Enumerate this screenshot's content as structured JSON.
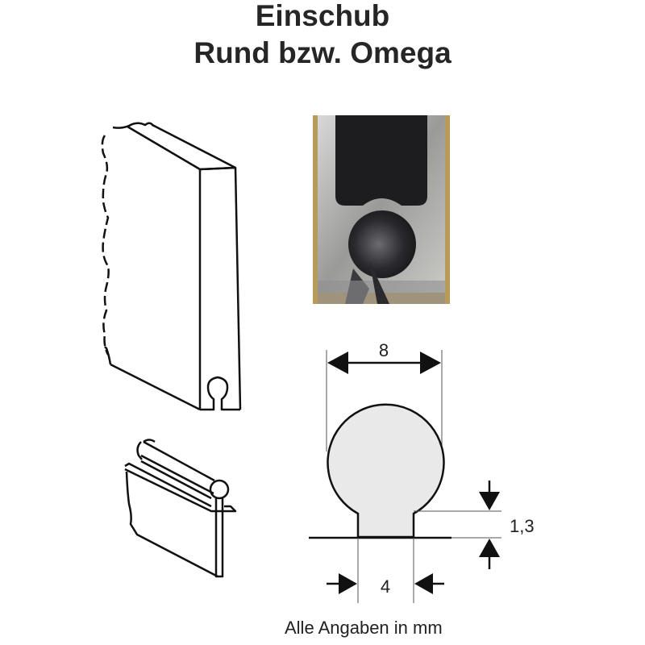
{
  "title": {
    "line1": "Einschub",
    "line2": "Rund bzw. Omega"
  },
  "photo": {
    "description": "Nahaufnahme Aluminiumprofil mit runder Nut (Querschnitt)"
  },
  "drawings": {
    "profile_rail": "Profilschiene mit runder Aufnahmenut (perspektivisch)",
    "insert_strip": "Einschubleiste mit Rundwulst (perspektivisch)"
  },
  "dimensions": {
    "width_head": "8",
    "neck_height": "1,3",
    "neck_width": "4",
    "unit_note": "Alle Angaben in mm"
  },
  "colors": {
    "text": "#262626",
    "profile_fill": "#e9e9e9",
    "line": "#111111",
    "photo_bg": "#b89a5a"
  }
}
